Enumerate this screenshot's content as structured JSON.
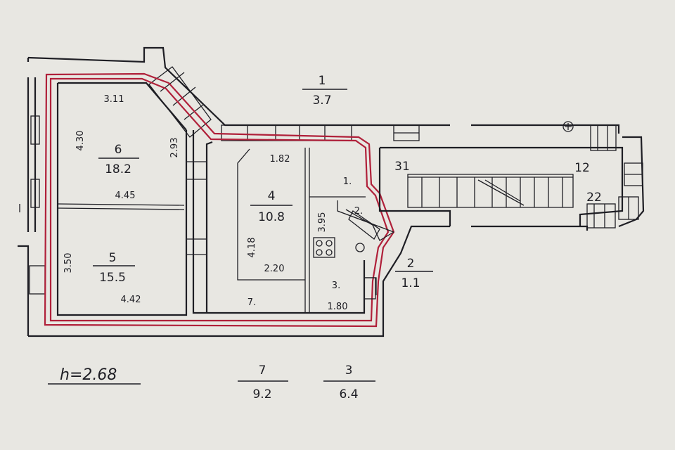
{
  "plan": {
    "colors": {
      "ink": "#1e1e24",
      "boundary": "#b0203a",
      "paper": "#e8e7e2"
    },
    "height_note": "h=2.68",
    "rooms": [
      {
        "id": "1",
        "number": "1",
        "area": "3.7"
      },
      {
        "id": "2",
        "number": "2",
        "area": "1.1"
      },
      {
        "id": "3",
        "number": "3",
        "area": "6.4"
      },
      {
        "id": "4",
        "number": "4",
        "area": "10.8"
      },
      {
        "id": "5",
        "number": "5",
        "area": "15.5"
      },
      {
        "id": "6",
        "number": "6",
        "area": "18.2"
      },
      {
        "id": "7",
        "number": "7",
        "area": "9.2"
      }
    ],
    "dimensions": {
      "r6_top": "3.11",
      "r6_left": "4.30",
      "r6_right": "2.93",
      "r6_bottom": "4.45",
      "r5_left": "3.50",
      "r5_bottom": "4.42",
      "r4_top": "1.82",
      "r4_left": "4.18",
      "r4_bottom": "2.20",
      "r3_side": "3.95",
      "r3_bottom": "1.80",
      "stair_a": "31",
      "stair_b": "12",
      "stair_c": "22"
    },
    "small_marks": {
      "m1": "1.",
      "m2": "2.",
      "m3": "3.",
      "m7": "7."
    }
  }
}
